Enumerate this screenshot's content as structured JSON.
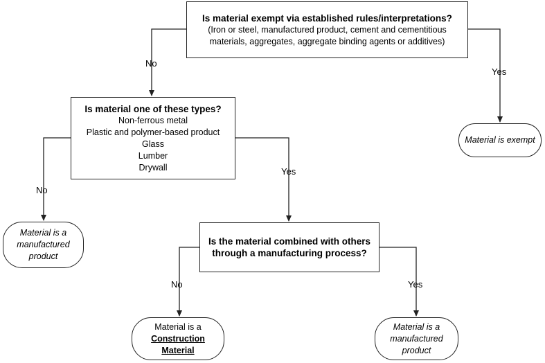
{
  "q1": {
    "title": "Is material exempt via established rules/interpretations?",
    "line1": "(Iron or steel, manufactured product, cement and cementitious",
    "line2": "materials, aggregates, aggregate binding agents or additives)"
  },
  "q2": {
    "title": "Is material one of these types?",
    "items": [
      "Non-ferrous metal",
      "Plastic and polymer-based product",
      "Glass",
      "Lumber",
      "Drywall"
    ]
  },
  "q3": {
    "line1": "Is the material combined with others",
    "line2": "through a manufacturing process?"
  },
  "exempt": {
    "text": "Material is exempt"
  },
  "mfg_left": {
    "line1": "Material is a",
    "line2": "manufactured",
    "line3": "product"
  },
  "construction": {
    "line1": "Material is a",
    "line2": "Construction",
    "line3": "Material"
  },
  "mfg_right": {
    "line1": "Material is a",
    "line2": "manufactured",
    "line3": "product"
  },
  "edges": {
    "q1_no": "No",
    "q1_yes": "Yes",
    "q2_no": "No",
    "q2_yes": "Yes",
    "q3_no": "No",
    "q3_yes": "Yes"
  },
  "colors": {
    "line": "#222222",
    "background": "#ffffff"
  }
}
